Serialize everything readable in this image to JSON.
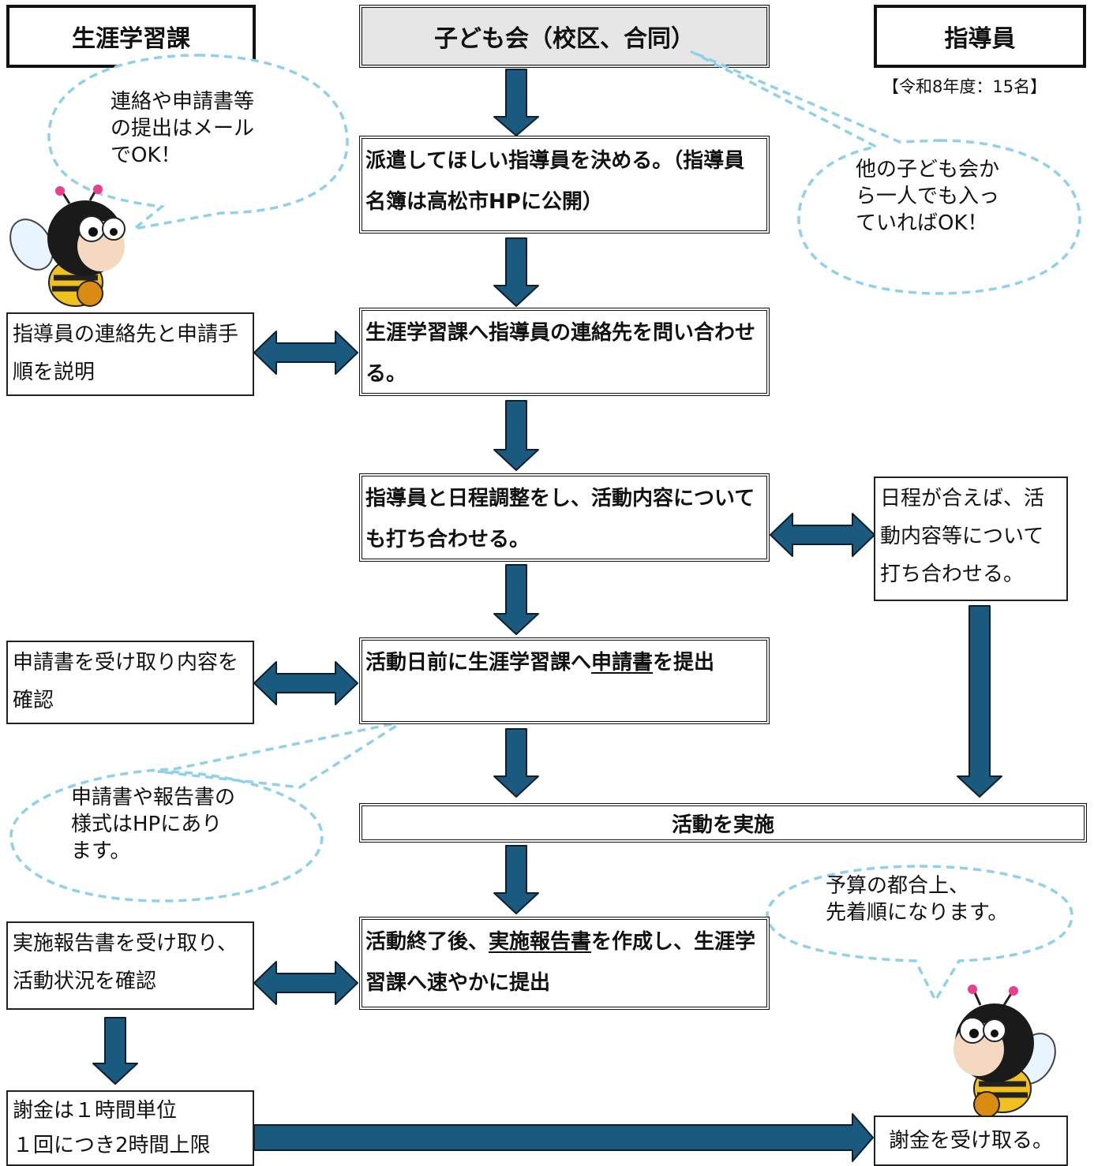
{
  "headers": {
    "left": "生涯学習課",
    "center": "子ども会（校区、合同）",
    "right": "指導員",
    "right_note": "【令和8年度：15名】"
  },
  "center_steps": {
    "step1": "派遣してほしい指導員を決める。（指導員名簿は高松市HPに公開）",
    "step2": "生涯学習課へ指導員の連絡先を問い合わせる。",
    "step3": "指導員と日程調整をし、活動内容についても打ち合わせる。",
    "step4_pre": "活動日前に生涯学習課へ",
    "step4_link": "申請書",
    "step4_post": "を提出",
    "step5": "活動を実施",
    "step6_pre": "活動終了後、",
    "step6_link": "実施報告書",
    "step6_post": "を作成し、生涯学習課へ速やかに提出"
  },
  "left_steps": {
    "contact": "指導員の連絡先と申請手順を説明",
    "application": "申請書を受け取り内容を確認",
    "report": "実施報告書を受け取り、活動状況を確認",
    "fee_line1": "謝金は１時間単位",
    "fee_line2": "１回につき2時間上限"
  },
  "right_steps": {
    "schedule": "日程が合えば、活動内容等について打ち合わせる。",
    "fee": "謝金を受け取る。"
  },
  "bubbles": {
    "email": [
      "連絡や申請書等",
      "の提出はメール",
      "でOK！"
    ],
    "other_group": [
      "他の子ども会か",
      "ら一人でも入っ",
      "ていればOK！"
    ],
    "forms": [
      "申請書や報告書の",
      "様式はHPにあり",
      "ます。"
    ],
    "budget": [
      "予算の都合上、",
      "先着順になります。"
    ]
  },
  "colors": {
    "arrow": "#1b5a7f",
    "arrow_stroke": "#0d1f2c",
    "bubble_border": "#8fd0ea",
    "header_gray": "#e6e6e6"
  },
  "icons": [
    "bee-mascot-icon",
    "bee-mascot-icon"
  ]
}
